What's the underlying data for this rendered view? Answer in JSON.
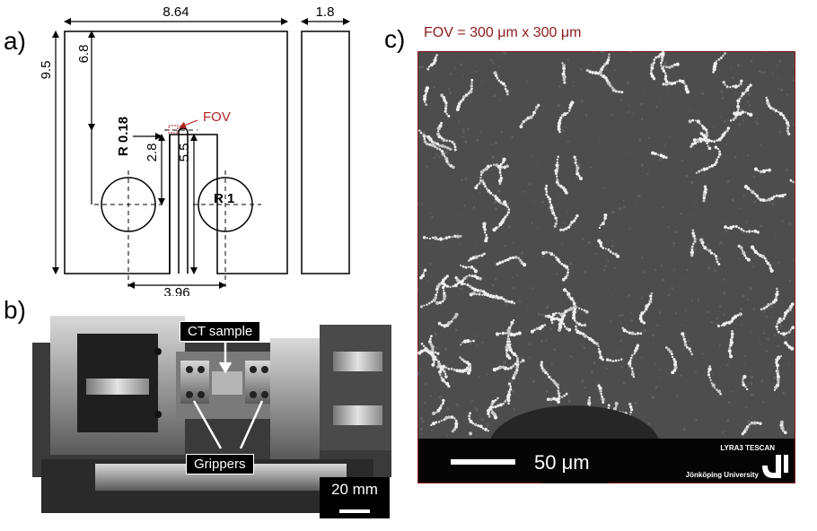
{
  "panels": {
    "a": {
      "label": "a)",
      "dims": {
        "width": "8.64",
        "thickness": "1.8",
        "height": "9.5",
        "top_to_notch": "6.8",
        "notch_radius": "R 0.18",
        "fov": "FOV",
        "notch_depth": "2.8",
        "slot_length": "5.5",
        "hole_radius": "R 1",
        "hole_spacing": "3.96"
      }
    },
    "b": {
      "label": "b)",
      "callouts": {
        "ct_sample": "CT sample",
        "grippers": "Grippers"
      },
      "scale_bar": "20 mm"
    },
    "c": {
      "label": "c)",
      "fov_title": "FOV = 300 μm x 300 μm",
      "scale_bar": "50 μm",
      "instrument": "LYRA3 TESCAN",
      "institution": "Jönköping University"
    }
  },
  "colors": {
    "fov_red": "#b22222",
    "sem_border": "#8b1a1a",
    "drawing": "#000000"
  }
}
